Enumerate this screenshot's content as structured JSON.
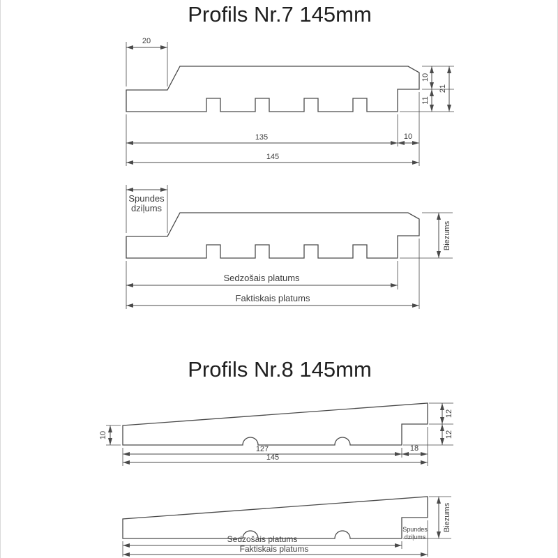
{
  "colors": {
    "line": "#4a4a4a",
    "text": "#3c3c3c",
    "title": "#1f1f1f",
    "background": "#ffffff"
  },
  "profile7": {
    "title": "Profils Nr.7 145mm",
    "dims": {
      "tongue_width": "20",
      "lap_thickness": "10",
      "rebate_height": "11",
      "total_thickness": "21",
      "cover_width": "135",
      "lap_width": "10",
      "full_width": "145"
    },
    "labels": {
      "tongue_depth_line1": "Spundes",
      "tongue_depth_line2": "dziļums",
      "thickness": "Biezums",
      "cover_width": "Sedzošais platums",
      "full_width": "Faktiskais platums"
    }
  },
  "profile8": {
    "title": "Profils Nr.8 145mm",
    "dims": {
      "left_thickness": "10",
      "right_top": "12",
      "right_bottom": "12",
      "cover_width": "127",
      "lap_width": "18",
      "full_width": "145"
    },
    "labels": {
      "thickness": "Biezums",
      "tongue_depth_line1": "Spundes",
      "tongue_depth_line2": "dziļums",
      "cover_width": "Sedzošais platums",
      "full_width": "Faktiskais platums"
    }
  }
}
